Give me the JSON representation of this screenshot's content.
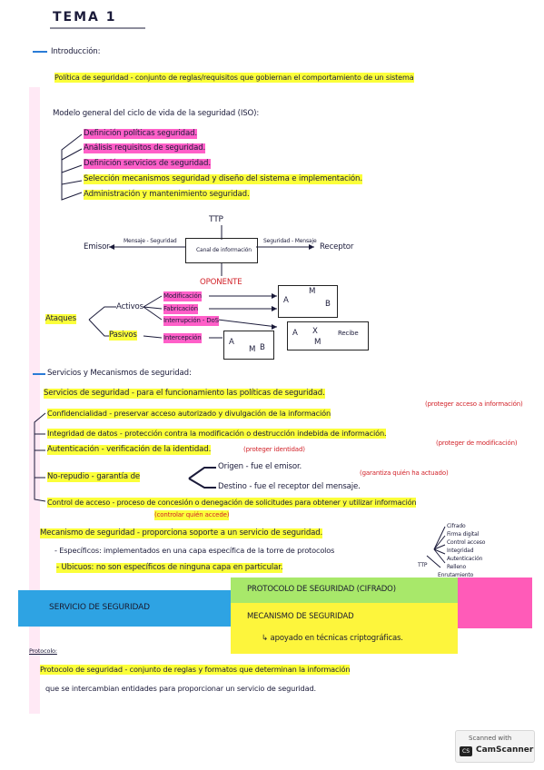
{
  "title": "TEMA 1",
  "sections": {
    "intro": "Introducción:",
    "servicios": "Servicios y Mecanismos de seguridad:"
  },
  "politica": "Política de seguridad - conjunto de reglas/requisitos que gobiernan el comportamiento de un sistema",
  "modelo": {
    "heading": "Modelo general del ciclo de vida de la seguridad (ISO):",
    "items": [
      "Definición políticas seguridad.",
      "Análisis requisitos de seguridad.",
      "Definición servicios de seguridad.",
      "Selección mecanismos seguridad y diseño del sistema e implementación.",
      "Administración y mantenimiento seguridad."
    ]
  },
  "diagram": {
    "ttp": "TTP",
    "emisor": "Emisor",
    "receptor": "Receptor",
    "canal": "Canal de información",
    "left_msg": "Mensaje - Seguridad",
    "right_msg": "Seguridad - Mensaje",
    "oponente": "OPONENTE",
    "ataques": "Ataques",
    "activos": "Activos",
    "pasivos": "Pasivos",
    "act_items": [
      "Modificación",
      "Fabricación",
      "Interrupción - DoS"
    ],
    "pas_item": "Intercepción",
    "node_a": "A",
    "node_b": "B",
    "node_m": "M",
    "node_x": "X",
    "recibe": "Recibe"
  },
  "servicios": {
    "def": "Servicios de seguridad - para el funcionamiento las políticas de seguridad.",
    "conf": "Confidencialidad - preservar acceso autorizado y divulgación de la información",
    "conf_note": "(proteger acceso a información)",
    "integ": "Integridad de datos - protección contra la modificación o destrucción indebida de información.",
    "integ_note": "(proteger de modificación)",
    "auth": "Autenticación - verificación de la identidad.",
    "auth_note": "(proteger identidad)",
    "norep": "No-repudio - garantía de",
    "origen": "Origen - fue el emisor.",
    "destino": "Destino - fue el receptor del mensaje.",
    "norep_note": "(garantiza quién ha actuado)",
    "control": "Control de acceso - proceso de concesión o denegación de solicitudes para obtener y utilizar información",
    "control_note": "(controlar quién accede)"
  },
  "mecanismo": {
    "def": "Mecanismo de seguridad - proporciona soporte a un servicio de seguridad.",
    "esp": "- Específicos: implementados en una capa específica de la torre de protocolos",
    "ubi": "- Ubicuos: no son específicos de ninguna capa en particular.",
    "ttp": "TTP",
    "list": [
      "Cifrado",
      "Firma digital",
      "Control acceso",
      "Integridad",
      "Autenticación",
      "Relleno",
      "Enrutamiento"
    ]
  },
  "stickies": {
    "blue": "SERVICIO DE SEGURIDAD",
    "green": "PROTOCOLO DE SEGURIDAD (CIFRADO)",
    "yellow1": "MECANISMO DE SEGURIDAD",
    "yellow2": "↳ apoyado en técnicas criptográficas."
  },
  "protocolo": {
    "label": "Protocolo:",
    "line1": "Protocolo de seguridad - conjunto de reglas y formatos que determinan la información",
    "line2": "que se intercambian entidades para proporcionar un servicio de seguridad."
  },
  "scanner": {
    "line1": "Scanned with",
    "line2": "CamScanner",
    "logo": "CS"
  }
}
